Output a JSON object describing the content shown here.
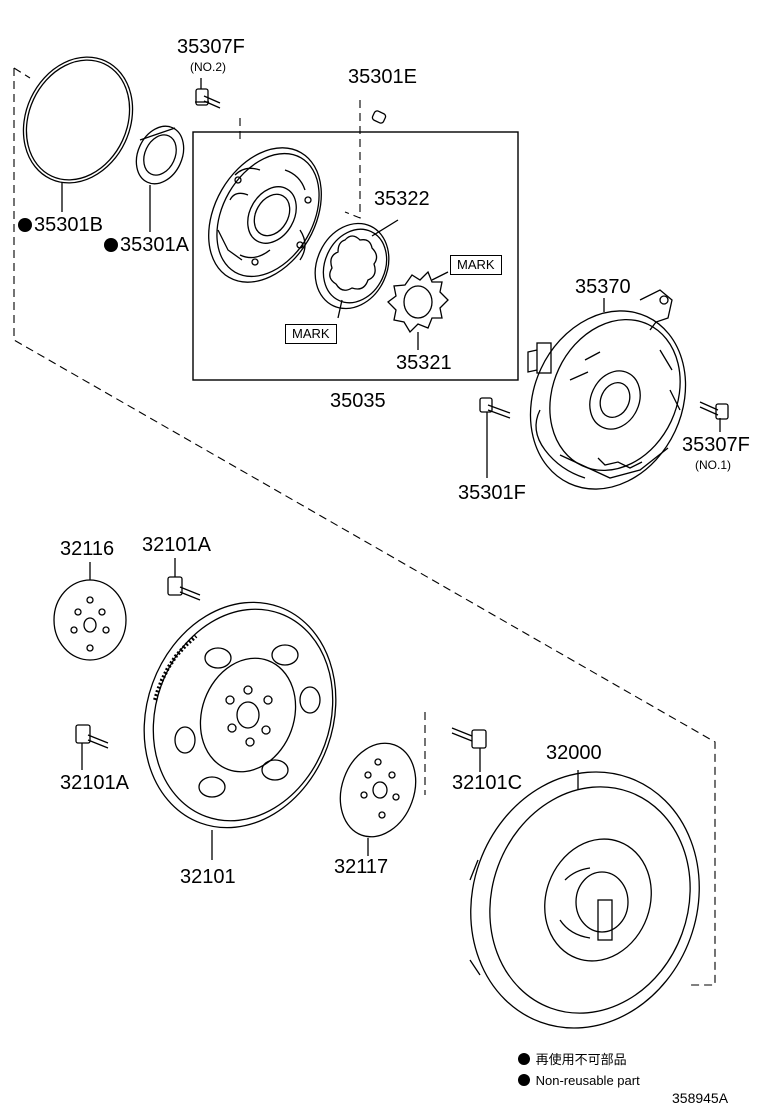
{
  "parts": {
    "p35307F_top": "35307F",
    "p35307F_top_note": "(NO.2)",
    "p35301E": "35301E",
    "p35301B": "35301B",
    "p35301A": "35301A",
    "p35322": "35322",
    "p35321": "35321",
    "p35035": "35035",
    "p35370": "35370",
    "p35307F_right": "35307F",
    "p35307F_right_note": "(NO.1)",
    "p35301F": "35301F",
    "p32116": "32116",
    "p32101A_top": "32101A",
    "p32101A_bottom": "32101A",
    "p32101": "32101",
    "p32117": "32117",
    "p32101C": "32101C",
    "p32000": "32000"
  },
  "marks": {
    "mark_left": "MARK",
    "mark_right": "MARK"
  },
  "legend": {
    "jp": "再使用不可部品",
    "en": "Non-reusable part"
  },
  "figure_id": "358945A"
}
